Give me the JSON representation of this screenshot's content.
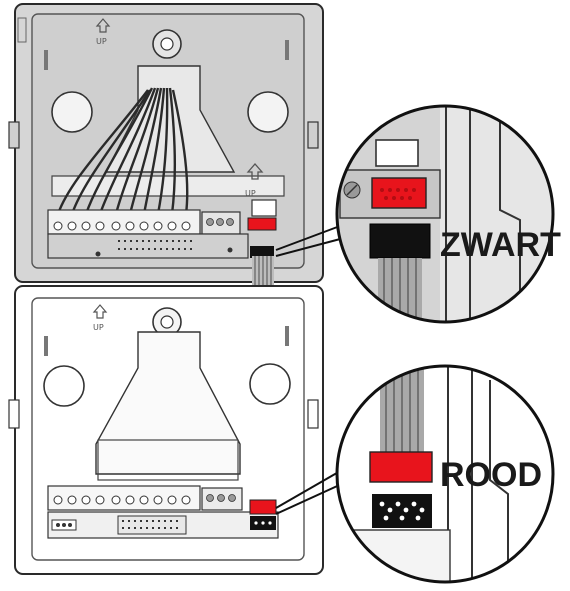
{
  "labels": {
    "up": "UP",
    "zwart": "ZWART",
    "rood": "ROOD"
  },
  "icons": [
    "up-arrow-icon",
    "screw-hole-icon"
  ],
  "colors": {
    "black_connector": "#111111",
    "red_connector": "#e8141c",
    "top_housing_fill": "#d4d4d4",
    "bottom_housing_fill": "#ffffff",
    "outline": "#2a2a2a",
    "ribbon": "#8f8f8f"
  }
}
